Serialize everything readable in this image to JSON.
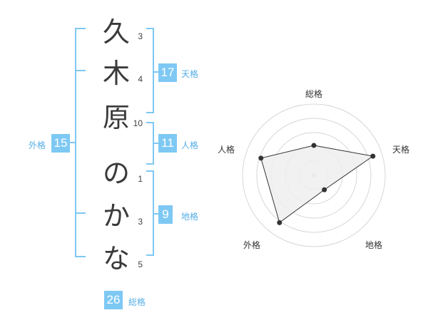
{
  "name": {
    "characters": [
      "久",
      "木",
      "原",
      "の",
      "か",
      "な"
    ],
    "strokes": [
      "3",
      "4",
      "10",
      "1",
      "3",
      "5"
    ]
  },
  "scores": {
    "tenkaku": {
      "value": "17",
      "label": "天格"
    },
    "jinkaku": {
      "value": "11",
      "label": "人格"
    },
    "chikaku": {
      "value": "9",
      "label": "地格"
    },
    "gaikaku": {
      "value": "15",
      "label": "外格"
    },
    "soukaku": {
      "value": "26",
      "label": "総格"
    }
  },
  "radar": {
    "axes": [
      "総格",
      "天格",
      "地格",
      "外格",
      "人格"
    ],
    "levels": [
      0.42,
      0.87,
      0.25,
      0.82,
      0.78
    ],
    "colors": {
      "fill": "#efefef",
      "line": "#333333",
      "ring": "#d6d6d6",
      "point": "#333333"
    }
  },
  "colors": {
    "accent": "#7ec8f4",
    "bracket": "#7ec8f4"
  }
}
